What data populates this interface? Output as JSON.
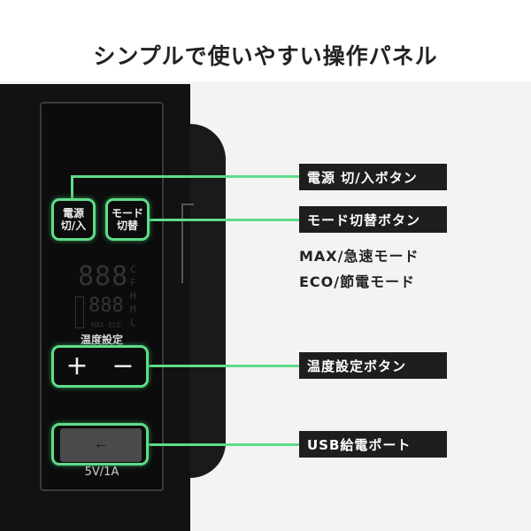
{
  "title": "シンプルで使いやすい操作パネル",
  "panel": {
    "power_button": "電源\n切/入",
    "mode_button": "モード\n切替",
    "lcd": {
      "big_digits": "888",
      "small_digits": "888",
      "modes": "MAX ECO",
      "units": [
        "C",
        "F",
        "H",
        "M",
        "L"
      ]
    },
    "temp_label": "温度設定",
    "plus": "+",
    "minus": "−",
    "usb_symbol": "⭠",
    "usb_rating": "5V/1A"
  },
  "callouts": {
    "power": "電源 切/入ボタン",
    "mode": "モード切替ボタン",
    "mode_max": "MAX/急速モード",
    "mode_eco": "ECO/節電モード",
    "temp": "温度設定ボタン",
    "usb": "USB給電ポート"
  },
  "colors": {
    "accent": "#5fdc8a",
    "label_bg": "#1e1e1e"
  }
}
